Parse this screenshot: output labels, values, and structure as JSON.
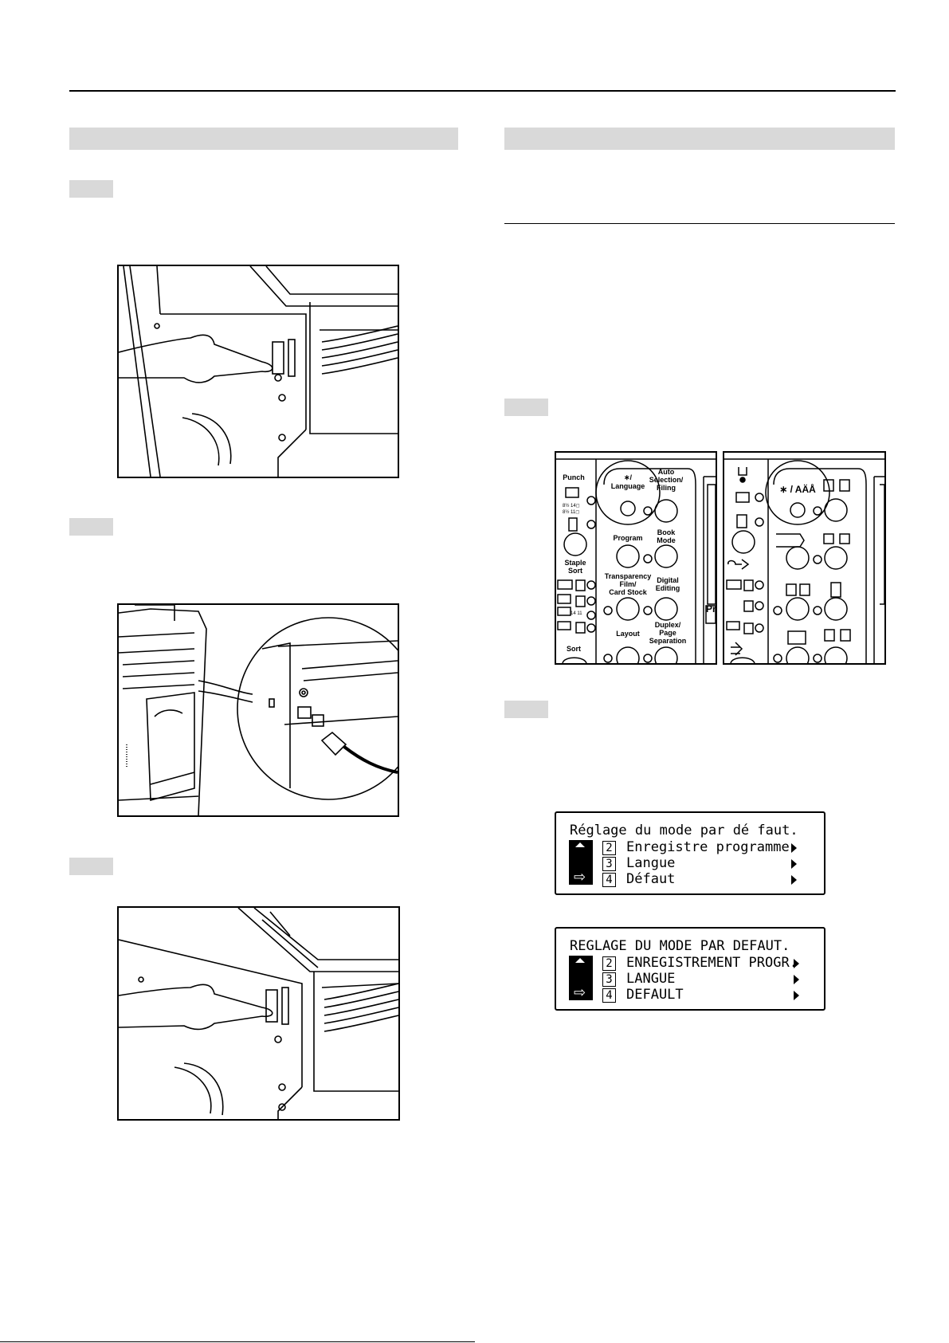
{
  "panels": {
    "left": {
      "punch": "Punch",
      "staple_sort": [
        "Staple",
        "Sort"
      ],
      "sort": "Sort",
      "language": [
        "∗/",
        "Language"
      ],
      "auto_selection": [
        "Auto",
        "Selection/",
        "Filing"
      ],
      "program": "Program",
      "book_mode": [
        "Book",
        "Mode"
      ],
      "transparency": [
        "Transparency",
        "Film/",
        "Card Stock"
      ],
      "digital_editing": [
        "Digital",
        "Editing"
      ],
      "layout": "Layout",
      "duplex": [
        "Duplex/",
        "Page",
        "Separation"
      ],
      "side_cut": "Pr"
    },
    "right": {
      "language_symbol": "∗ / AÄÅ"
    }
  },
  "lcd_french": {
    "title": "Réglage du mode par dé faut.",
    "items": [
      {
        "num": "2",
        "label": "Enregistre programme"
      },
      {
        "num": "3",
        "label": "Langue"
      },
      {
        "num": "4",
        "label": "Défaut"
      }
    ]
  },
  "lcd_french_caps": {
    "title": "REGLAGE DU MODE PAR DEFAUT.",
    "items": [
      {
        "num": "2",
        "label": "ENREGISTREMENT PROGR."
      },
      {
        "num": "3",
        "label": "LANGUE"
      },
      {
        "num": "4",
        "label": "DEFAULT"
      }
    ]
  }
}
